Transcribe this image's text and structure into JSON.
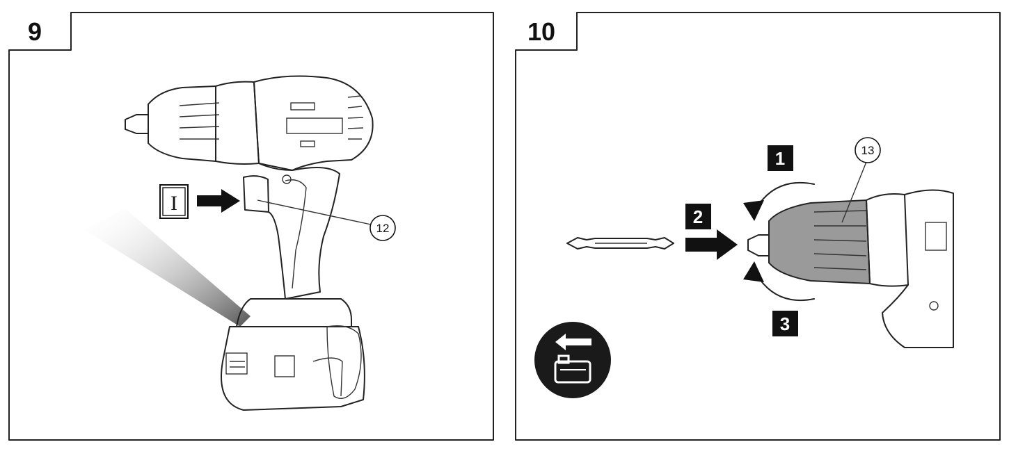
{
  "panels": [
    {
      "number": "9",
      "mode_box": "I",
      "callout": "12"
    },
    {
      "number": "10",
      "steps": [
        "1",
        "2",
        "3"
      ],
      "callout": "13"
    }
  ],
  "icons": {
    "panel9": [
      "drill-icon",
      "arrow-right-icon",
      "light-beam-icon"
    ],
    "panel10": [
      "screwdriver-bit-icon",
      "rotate-arrow-icon",
      "arrow-right-icon",
      "remove-battery-icon",
      "drill-chuck-icon"
    ]
  },
  "colors": {
    "ink": "#111111",
    "chuck_grey": "#9a9a9a",
    "badge_bg": "#1a1a1a"
  }
}
